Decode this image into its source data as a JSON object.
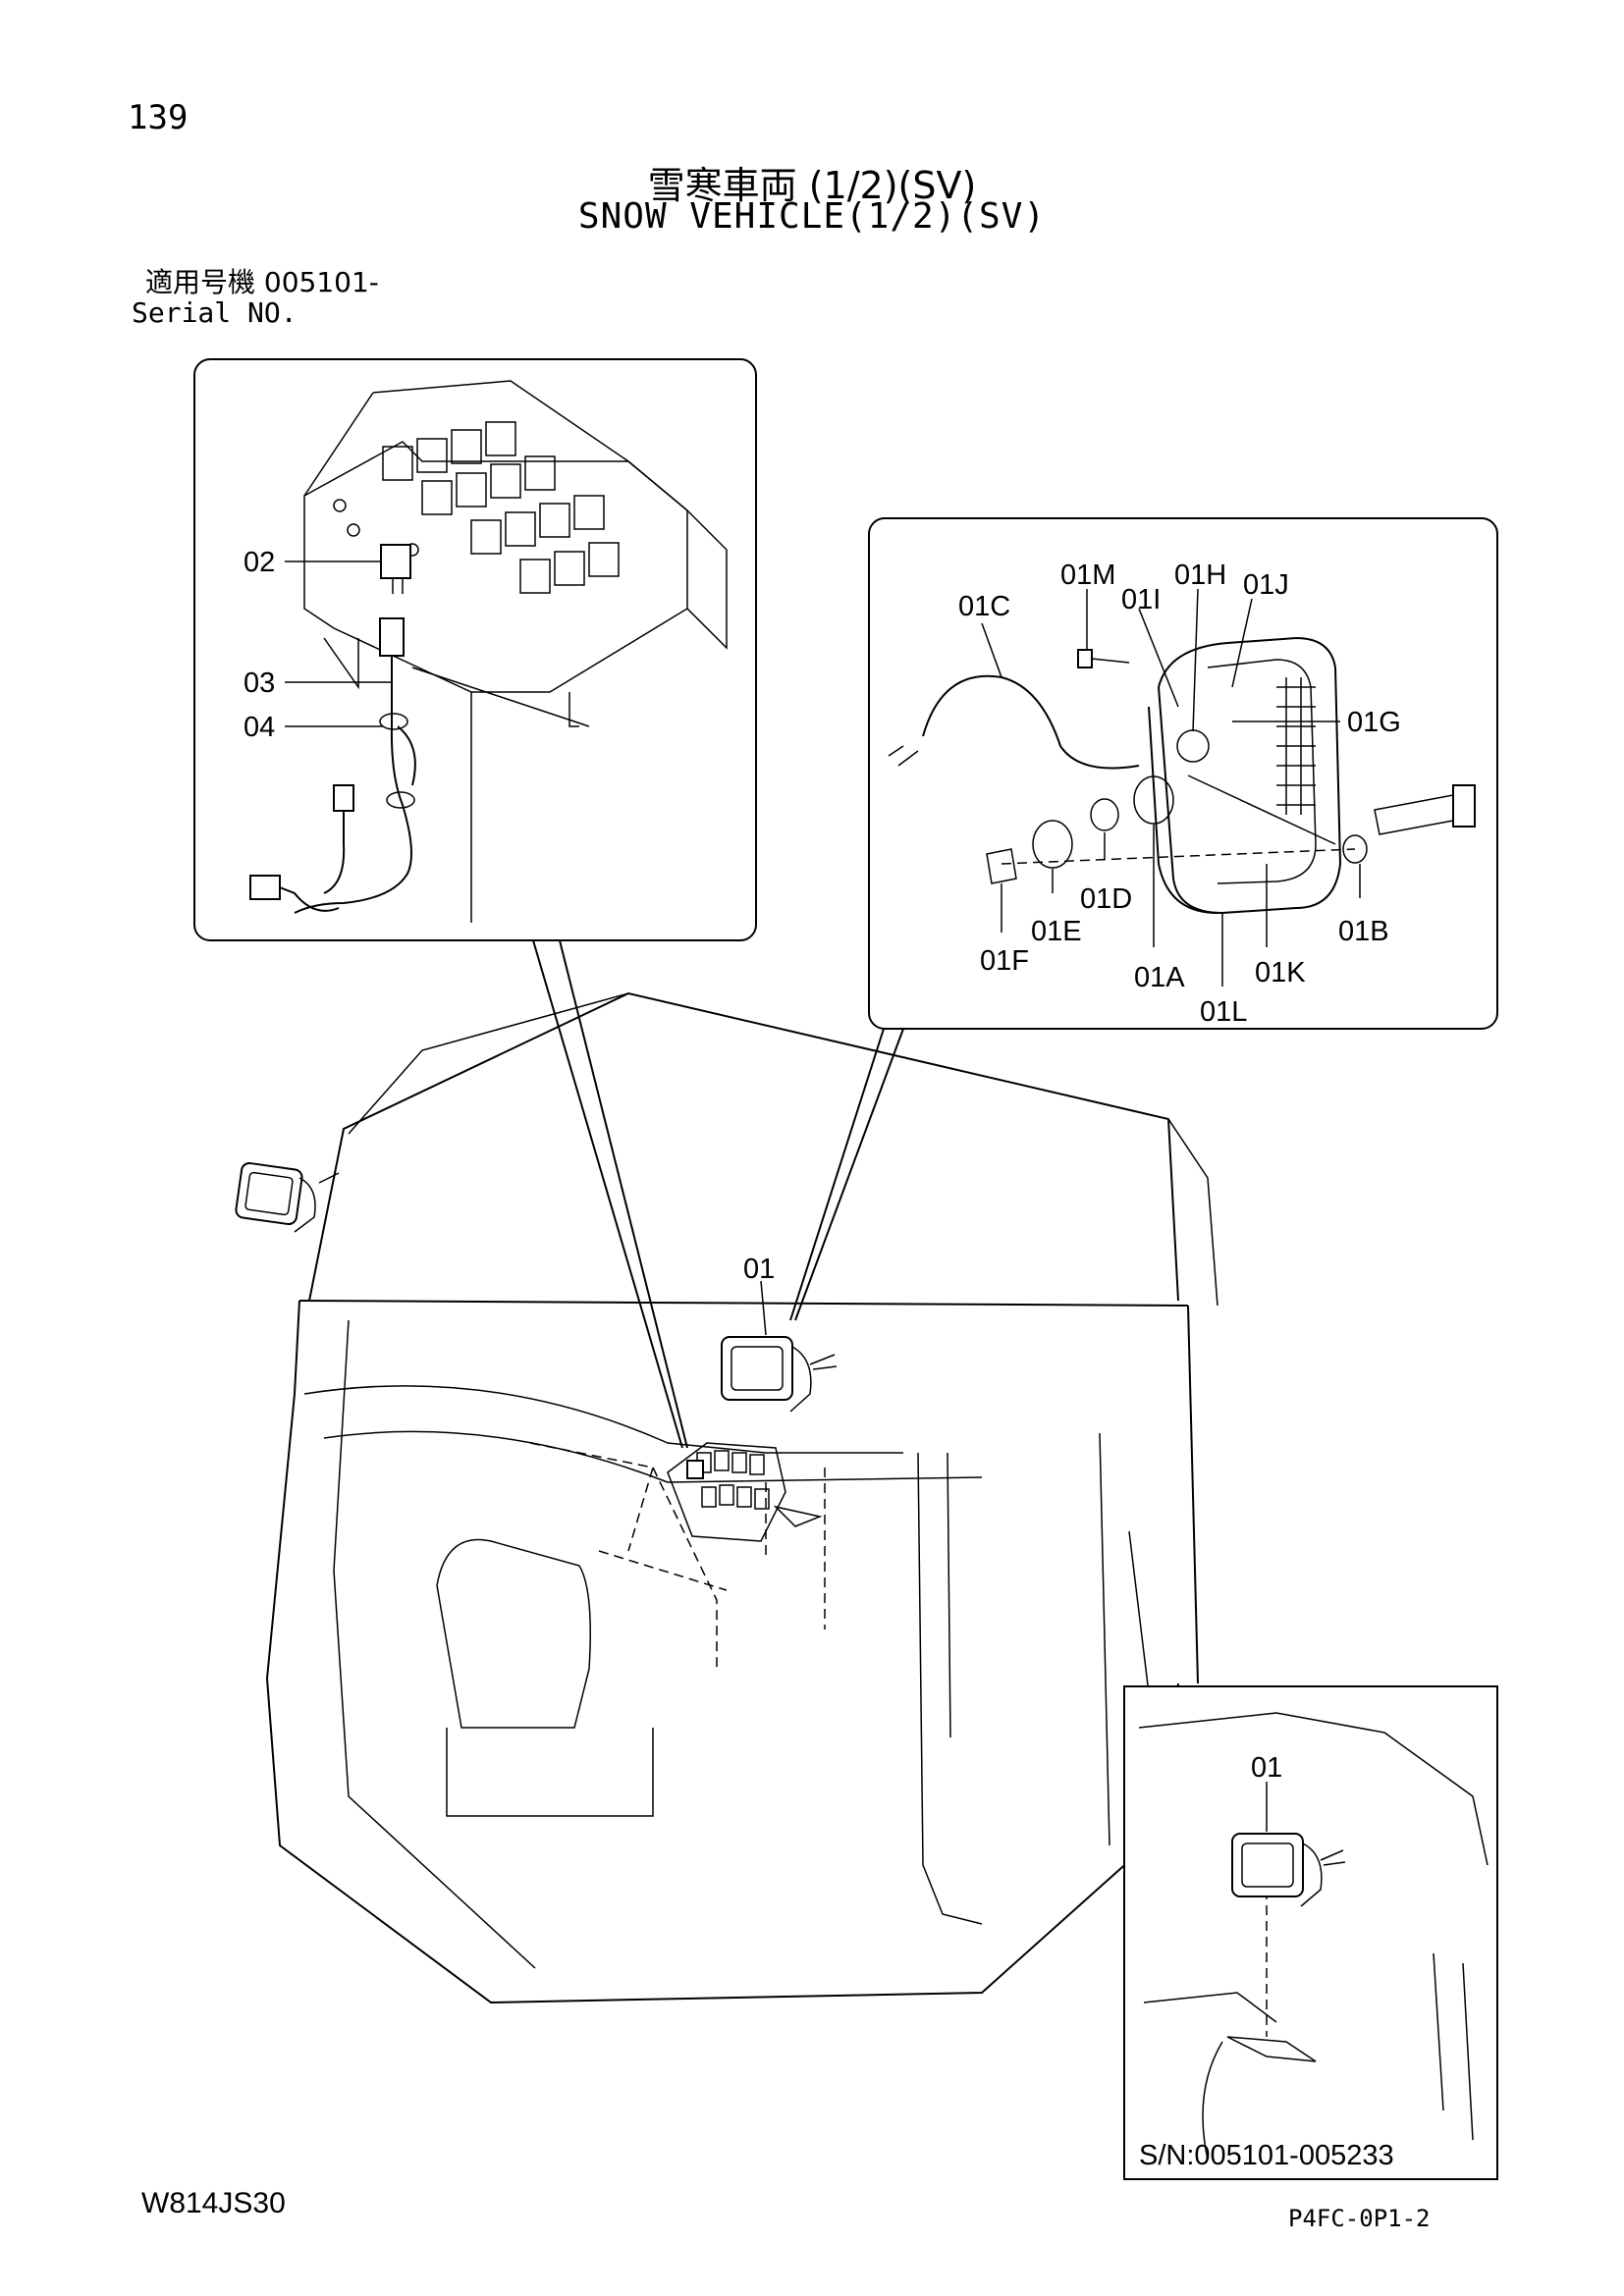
{
  "header": {
    "page_number": "139",
    "title_jp": "雪寒車両 (1/2)(SV)",
    "title_en": "SNOW VEHICLE(1/2)(SV)",
    "serial_label_jp": "適用号機 005101-",
    "serial_label_en": "Serial NO."
  },
  "detail_relay": {
    "labels": [
      "02",
      "03",
      "04"
    ]
  },
  "detail_lamp": {
    "labels": [
      "01M",
      "01H",
      "01I",
      "01J",
      "01C",
      "01G",
      "01D",
      "01E",
      "01F",
      "01B",
      "01A",
      "01K",
      "01L"
    ]
  },
  "main_view": {
    "lamp_label": "01"
  },
  "detail_variant": {
    "lamp_label": "01",
    "serial_range": "S/N:005101-005233"
  },
  "footer": {
    "document_code": "W814JS30",
    "sheet_code": "P4FC-0P1-2"
  }
}
